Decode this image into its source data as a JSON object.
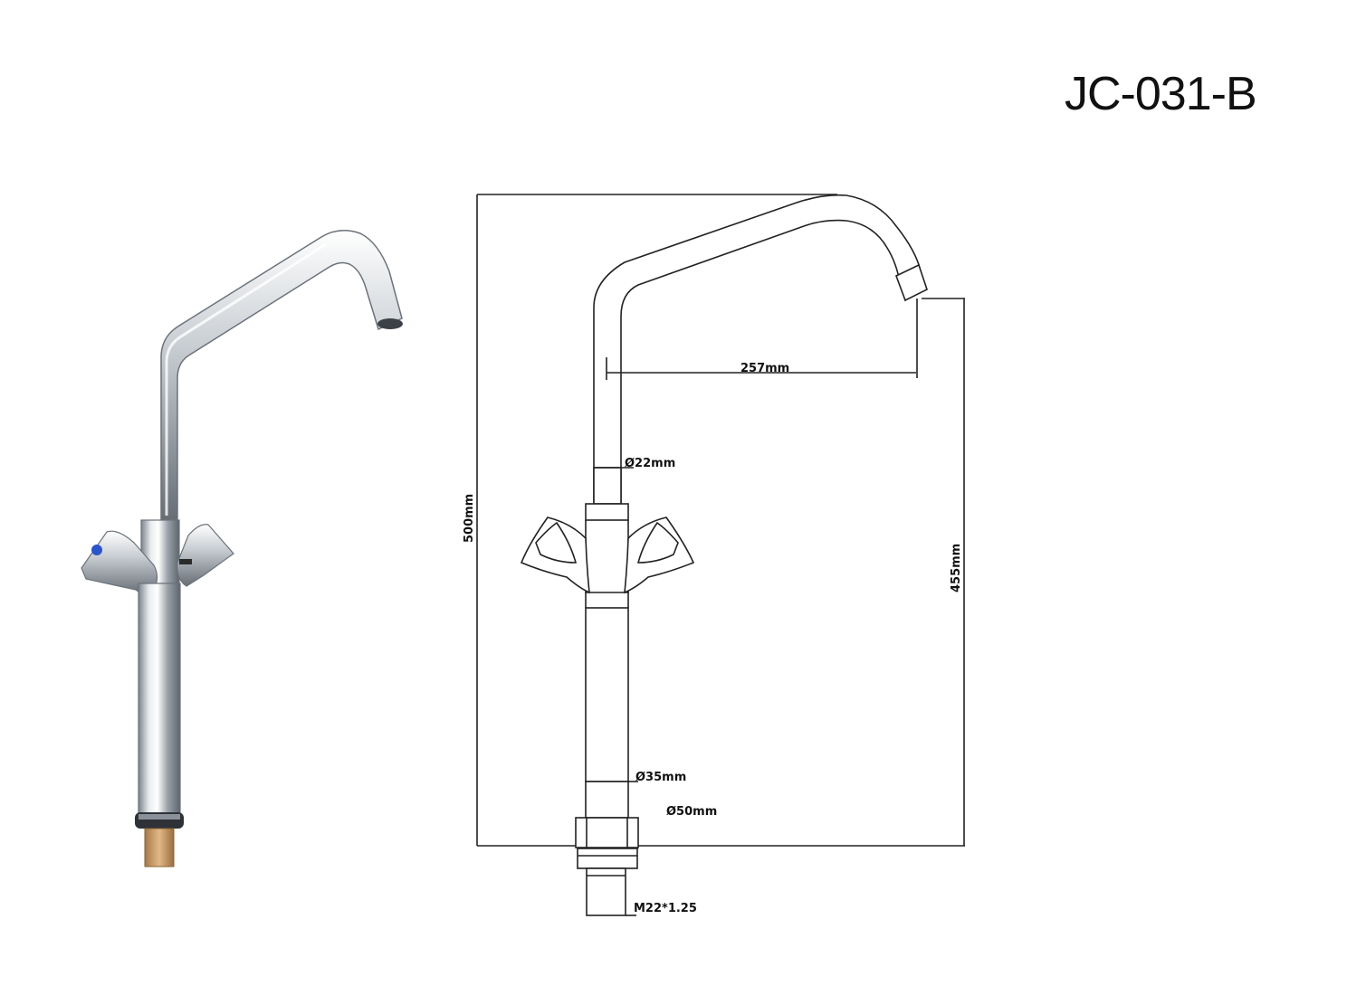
{
  "model_code": "JC-031-B",
  "dimensions": {
    "spout_reach": "257mm",
    "spout_tube_dia": "Ø22mm",
    "total_height": "500mm",
    "spout_outlet_height": "455mm",
    "body_dia": "Ø35mm",
    "base_dia": "Ø50mm",
    "thread": "M22*1.25"
  },
  "colors": {
    "line": "#222222",
    "chrome_light": "#f2f4f6",
    "chrome_dark": "#6f7680",
    "brass": "#c99a66",
    "blue_mark": "#2a55c9"
  }
}
